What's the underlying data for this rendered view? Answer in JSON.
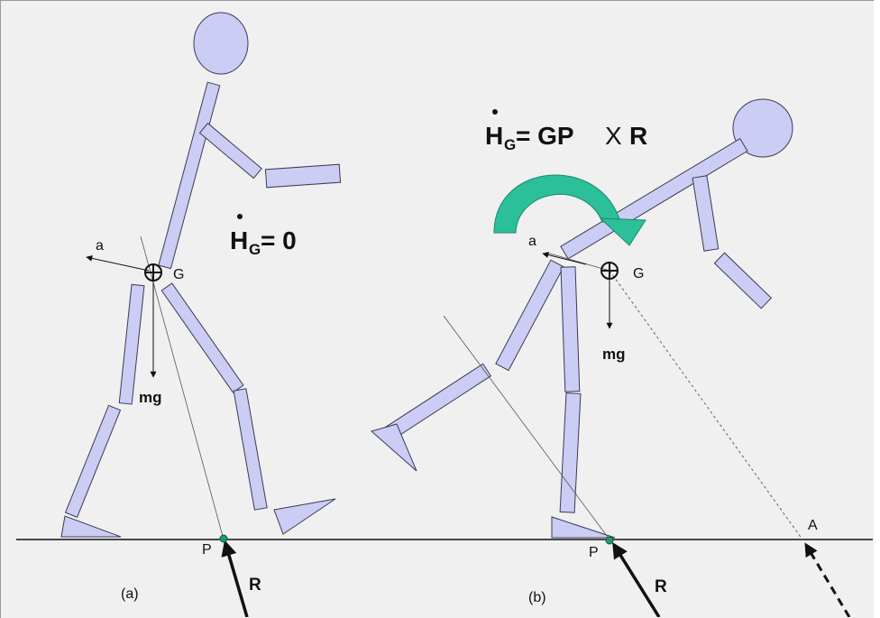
{
  "panel_a": {
    "caption": "(a)",
    "equation_main": "H",
    "equation_sub": "G",
    "equation_rest": "= 0",
    "label_a": "a",
    "label_G": "G",
    "label_mg": "mg",
    "label_P": "P",
    "label_R": "R"
  },
  "panel_b": {
    "caption": "(b)",
    "equation_main": "H",
    "equation_sub": "G",
    "equation_rest": "= GP",
    "equation_cross": "X",
    "equation_R": "R",
    "label_a": "a",
    "label_G": "G",
    "label_mg": "mg",
    "label_P": "P",
    "label_R": "R",
    "label_A": "A"
  },
  "colors": {
    "body": "#cccdf5",
    "outline": "#3a3a55",
    "rotation_arrow": "#2bbf9a",
    "point_marker": "#1f9a6a",
    "background": "#f0f0f0"
  }
}
